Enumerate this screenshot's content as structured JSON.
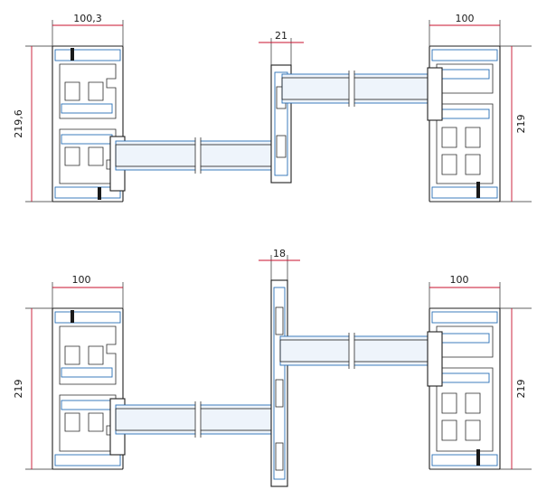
{
  "diagram": {
    "colors": {
      "dimension": "#c8102e",
      "outline": "#1f1f1f",
      "reinforcement": "#2a6fb5"
    },
    "top_section": {
      "left_width": "100,3",
      "left_height": "219,6",
      "middle_width": "21",
      "right_width": "100",
      "right_height": "219"
    },
    "bottom_section": {
      "left_width": "100",
      "left_height": "219",
      "middle_width": "18",
      "right_width": "100",
      "right_height": "219"
    }
  }
}
